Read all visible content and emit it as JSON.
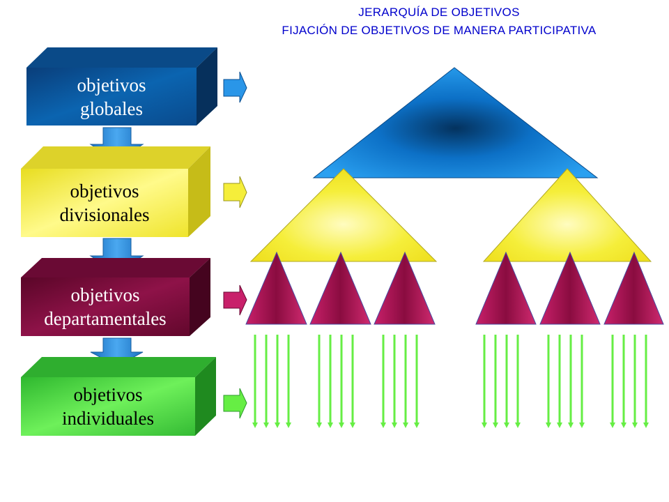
{
  "header": {
    "title_line1": "JERARQUÍA DE OBJETIVOS",
    "title_line2": "FIJACIÓN DE OBJETIVOS DE MANERA PARTICIPATIVA"
  },
  "levels": [
    {
      "line1": "objetivos",
      "line2": "globales",
      "color": "#0b5a9a",
      "text_color": "#ffffff"
    },
    {
      "line1": "objetivos",
      "line2": "divisionales",
      "color": "#f5ee3a",
      "text_color": "#000000"
    },
    {
      "line1": "objetivos",
      "line2": "departamentales",
      "color": "#7a0a38",
      "text_color": "#ffffff"
    },
    {
      "line1": "objetivos",
      "line2": "individuales",
      "color": "#3ec63e",
      "text_color": "#000000"
    }
  ],
  "colors": {
    "title": "#0000cc",
    "connector": "#2a8ad6",
    "global_triangle": "#2a96e8",
    "divisional_triangle": "#f5ee3a",
    "departmental_triangle": "#b0104e",
    "individual_arrow": "#66ee44"
  }
}
